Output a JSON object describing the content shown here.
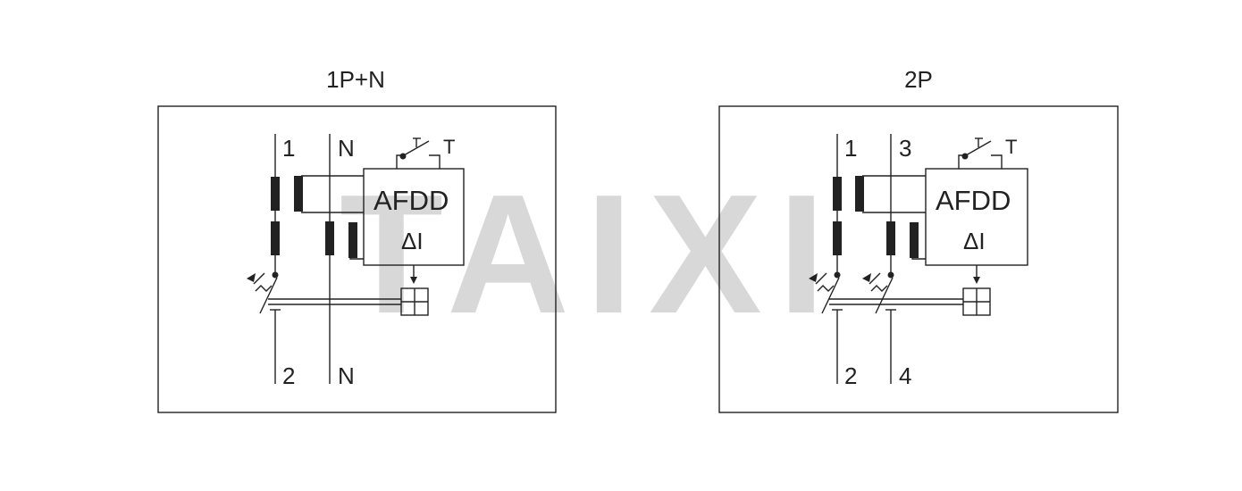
{
  "watermark": "TAIXI",
  "diagrams": [
    {
      "title": "1P+N",
      "top_label_left": "1",
      "top_label_right": "N",
      "bottom_label_left": "2",
      "bottom_label_right": "N",
      "test_button_label": "T",
      "device_label": "AFDD",
      "residual_label": "ΔI"
    },
    {
      "title": "2P",
      "top_label_left": "1",
      "top_label_right": "3",
      "bottom_label_left": "2",
      "bottom_label_right": "4",
      "test_button_label": "T",
      "device_label": "AFDD",
      "residual_label": "ΔI"
    }
  ]
}
